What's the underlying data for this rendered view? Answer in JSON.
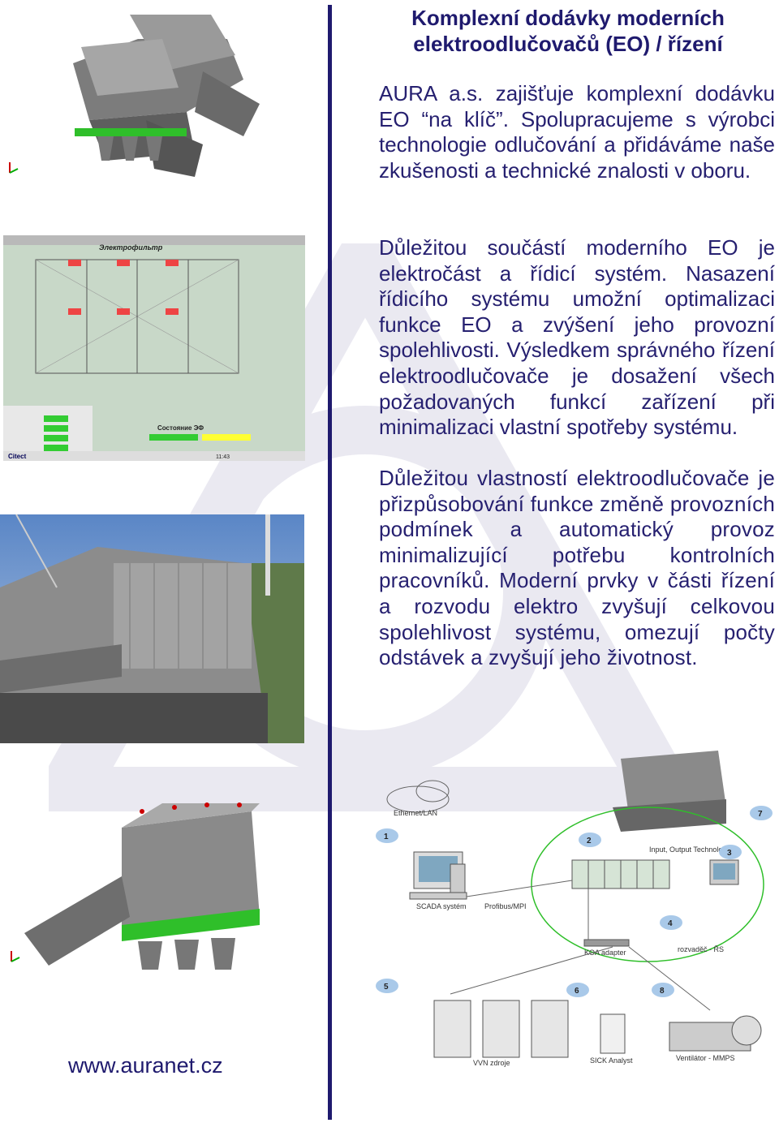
{
  "header": {
    "title_line1": "Komplexní dodávky moderních",
    "title_line2": "elektroodlučovačů (EO) / řízení"
  },
  "paragraphs": [
    "AURA a.s. zajišťuje komplexní dodávku EO “na klíč”. Spolupracujeme s výrobci technologie odlučování a přidáváme naše zkušenosti a technické znalosti v oboru.",
    "Důležitou součástí moderního EO je elektročást a řídicí systém. Nasazení řídicího systému umožní optimalizaci funkce EO a zvýšení jeho provozní spolehlivosti. Výsledkem správného řízení elektroodlučovače je dosažení všech požadovaných funkcí zařízení při minimalizaci vlastní spotřeby systému.",
    "Důležitou vlastností elektroodlučovače je přizpůsobování funkce změně provozních podmínek a automatický provoz minimalizující potřebu kontrolních pracovníků. Moderní prvky v části řízení a rozvodu elektro zvyšují celkovou spolehlivost systému, omezují počty odstávek a zvyšují jeho životnost."
  ],
  "footer": {
    "url": "www.auranet.cz"
  },
  "scada": {
    "title": "Электрофильтр",
    "bottom_title": "Состояние ЭФ",
    "logo": "Citect",
    "time": "11:43"
  },
  "diagram": {
    "labels": {
      "ethernet": "Ethernet/LAN",
      "scada": "SCADA systém",
      "profibus": "Profibus/MPI",
      "io": "Input, Output Technologie",
      "koa": "KOA adapter",
      "rozvadec": "rozvaděč - ŘS",
      "vvn": "VVN zdroje",
      "sick": "SICK Analyst",
      "ventilator": "Ventilátor - MMPS"
    },
    "numbers": [
      "1",
      "2",
      "3",
      "4",
      "5",
      "6",
      "7",
      "8"
    ]
  },
  "colors": {
    "accent": "#1f1a6e",
    "steel": "#8a8a8a",
    "green": "#2fbf2a"
  }
}
